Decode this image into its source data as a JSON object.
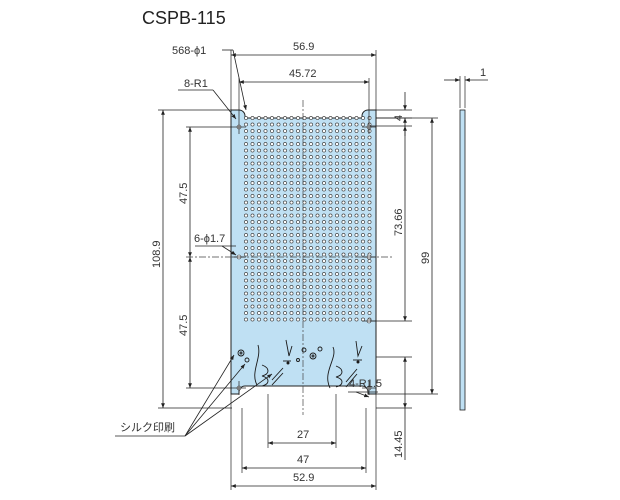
{
  "title": "CSPB-115",
  "dimensions": {
    "width_outer": "56.9",
    "width_inner": "45.72",
    "thickness": "1",
    "height_total": "108.9",
    "upper_half": "47.5",
    "lower_half": "47.5",
    "grid_height": "73.66",
    "overall_height": "99",
    "top_offset": "4",
    "bottom_offset": "14.45",
    "bottom_27": "27",
    "bottom_47": "47",
    "bottom_529": "52.9"
  },
  "callouts": {
    "holes_568": "568-ϕ1",
    "radius_8": "8-R1",
    "holes_6": "6-ϕ1.7",
    "radius_4": "4-R1.5",
    "silk_print": "シルク印刷"
  },
  "colors": {
    "board_fill": "#bfe0f3",
    "line": "#222222"
  }
}
